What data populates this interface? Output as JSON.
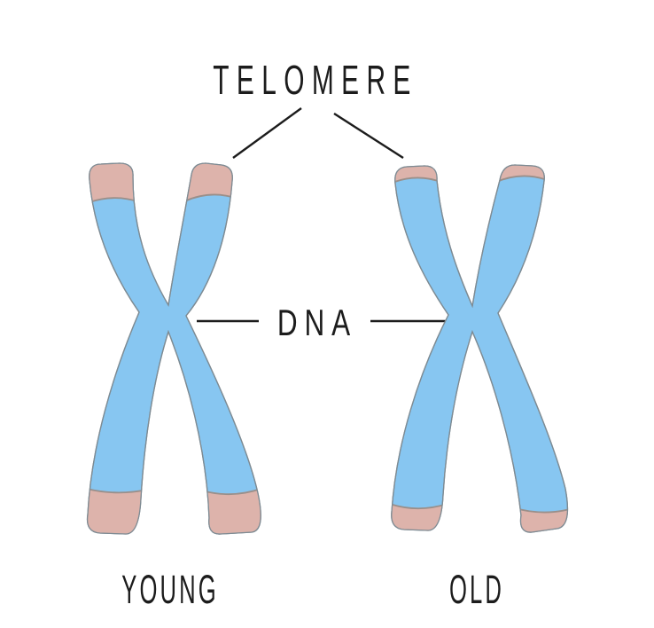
{
  "diagram": {
    "title": "TELOMERE",
    "dna_label": "DNA",
    "chromosomes": [
      {
        "id": "young",
        "label": "YOUNG",
        "telomere_length": "long"
      },
      {
        "id": "old",
        "label": "OLD",
        "telomere_length": "short"
      }
    ]
  },
  "colors": {
    "background": "#ffffff",
    "chromosome_blue": "#87C6F1",
    "telomere_pink": "#DDB3AB",
    "chromosome_outline": "#7E8B93",
    "telomere_outline": "#9A8F8A",
    "annotation_line": "#1C1C1C",
    "text": "#1C1C1C"
  }
}
